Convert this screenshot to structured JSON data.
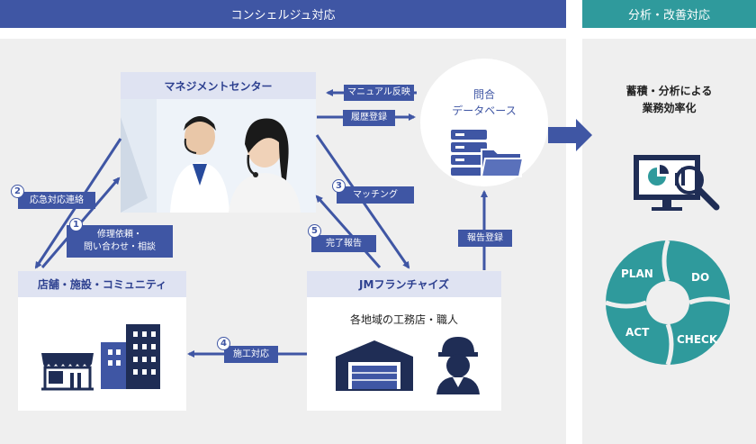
{
  "header": {
    "concierge": "コンシェルジュ対応",
    "analysis": "分析・改善対応"
  },
  "management": {
    "title": "マネジメントセンター"
  },
  "database": {
    "title_line1": "問合",
    "title_line2": "データベース"
  },
  "stores": {
    "title": "店舗・施設・コミュニティ"
  },
  "franchise": {
    "title": "JMフランチャイズ",
    "subtitle": "各地域の工務店・職人"
  },
  "analysis_panel": {
    "line1": "蓄積・分析による",
    "line2": "業務効率化"
  },
  "tags": {
    "manual": "マニュアル反映",
    "history": "履歴登録",
    "emergency": "応急対応連絡",
    "repair_line1": "修理依頼・",
    "repair_line2": "問い合わせ・相談",
    "matching": "マッチング",
    "done": "完了報告",
    "report": "報告登録",
    "construction": "施工対応"
  },
  "steps": {
    "s1": "1",
    "s2": "2",
    "s3": "3",
    "s4": "4",
    "s5": "5"
  },
  "cycle": {
    "plan": "PLAN",
    "do": "DO",
    "check": "CHECK",
    "act": "ACT"
  },
  "colors": {
    "primary": "#3f56a4",
    "teal": "#2f9a9c",
    "box_head": "#dfe3f2",
    "panel": "#efefef",
    "icon": "#1f2d55"
  },
  "icons": [
    "monitor-chart-icon",
    "database-server-icon",
    "folder-icon",
    "shop-icon",
    "building-icon",
    "factory-icon",
    "worker-icon",
    "headset-operators-image"
  ]
}
